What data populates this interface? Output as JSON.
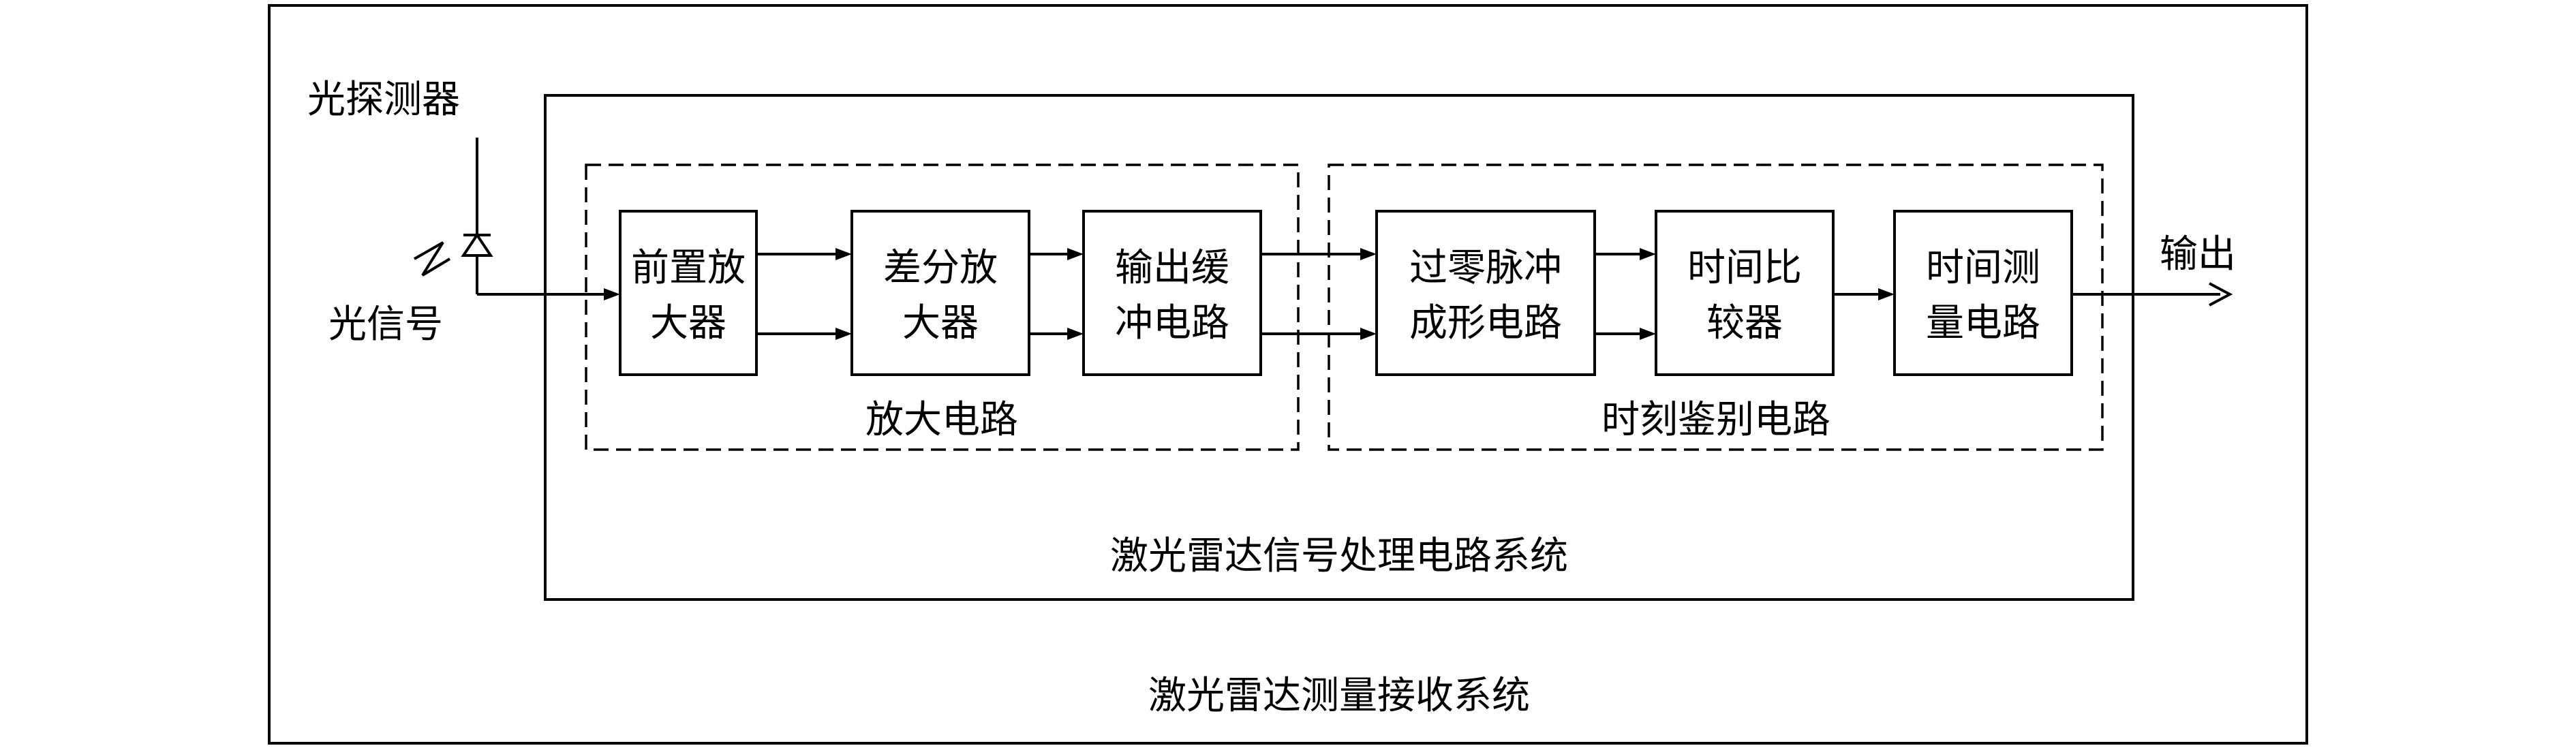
{
  "outer_system": {
    "label": "激光雷达测量接收系统"
  },
  "inner_system": {
    "label": "激光雷达信号处理电路系统"
  },
  "amplifier_group": {
    "label": "放大电路"
  },
  "timing_group": {
    "label": "时刻鉴别电路"
  },
  "input": {
    "detector_label": "光探测器",
    "signal_label": "光信号"
  },
  "output": {
    "label": "输出"
  },
  "blocks": [
    {
      "id": "preamp",
      "line1": "前置放",
      "line2": "大器"
    },
    {
      "id": "diffamp",
      "line1": "差分放",
      "line2": "大器"
    },
    {
      "id": "buffer",
      "line1": "输出缓",
      "line2": "冲电路"
    },
    {
      "id": "zero-crossing",
      "line1": "过零脉冲",
      "line2": "成形电路"
    },
    {
      "id": "comparator",
      "line1": "时间比",
      "line2": "较器"
    },
    {
      "id": "tdc",
      "line1": "时间测",
      "line2": "量电路"
    }
  ]
}
